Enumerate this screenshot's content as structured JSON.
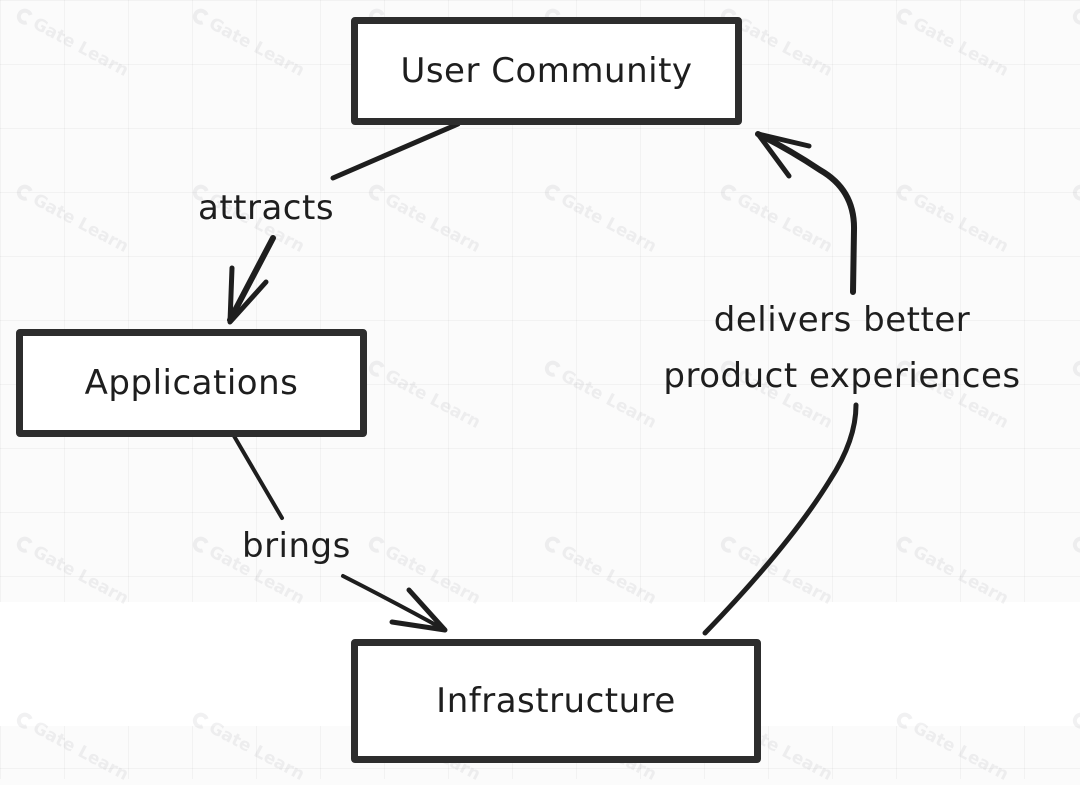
{
  "nodes": {
    "user_community": "User Community",
    "applications": "Applications",
    "infrastructure": "Infrastructure"
  },
  "edges": {
    "attracts": "attracts",
    "brings": "brings",
    "delivers_line1": "delivers better",
    "delivers_line2": "product experiences"
  },
  "watermark": {
    "text": "Gate Learn",
    "icon": "gate-logo-icon"
  },
  "colors": {
    "stroke": "#2d2d2d",
    "text": "#1e1e1e",
    "background": "#fbfbfb"
  }
}
